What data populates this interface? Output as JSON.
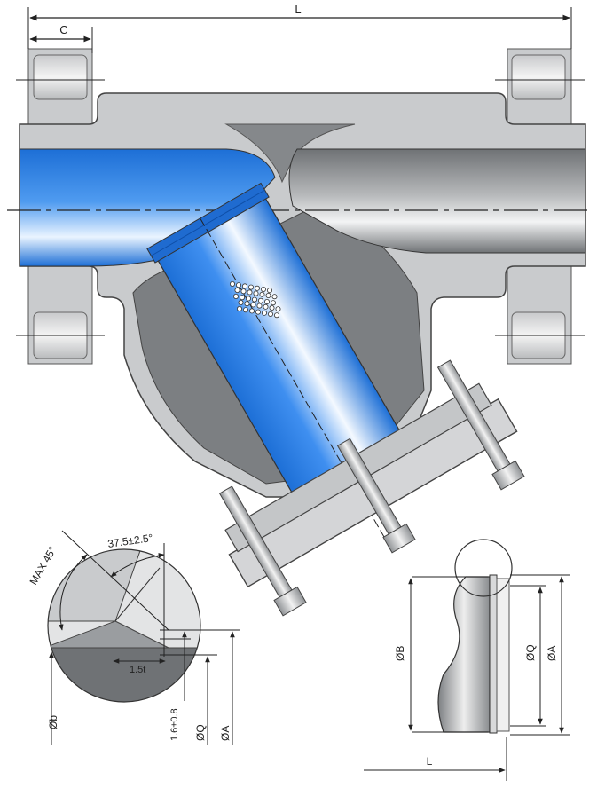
{
  "labels": {
    "length": "L",
    "flange_c": "C",
    "max_angle": "MAX 45°",
    "bevel_angle": "37.5±2.5°",
    "dim_1_5t": "1.5t",
    "dim_1_6": "1.6±0.8",
    "dim_oq_small": "ØQ",
    "dim_oa_small": "ØA",
    "dim_ob_small": "Øb",
    "dim_ob_large": "ØB",
    "dim_oq_large": "ØQ",
    "dim_oa_large": "ØA",
    "length_detail": "L"
  },
  "colors": {
    "body_gray": "#c9cbcd",
    "body_dark": "#8d9093",
    "cavity": "#75787b",
    "pipe_blue": "#2f7de0",
    "pipe_light": "#e7f2ff",
    "outline": "#333333"
  }
}
